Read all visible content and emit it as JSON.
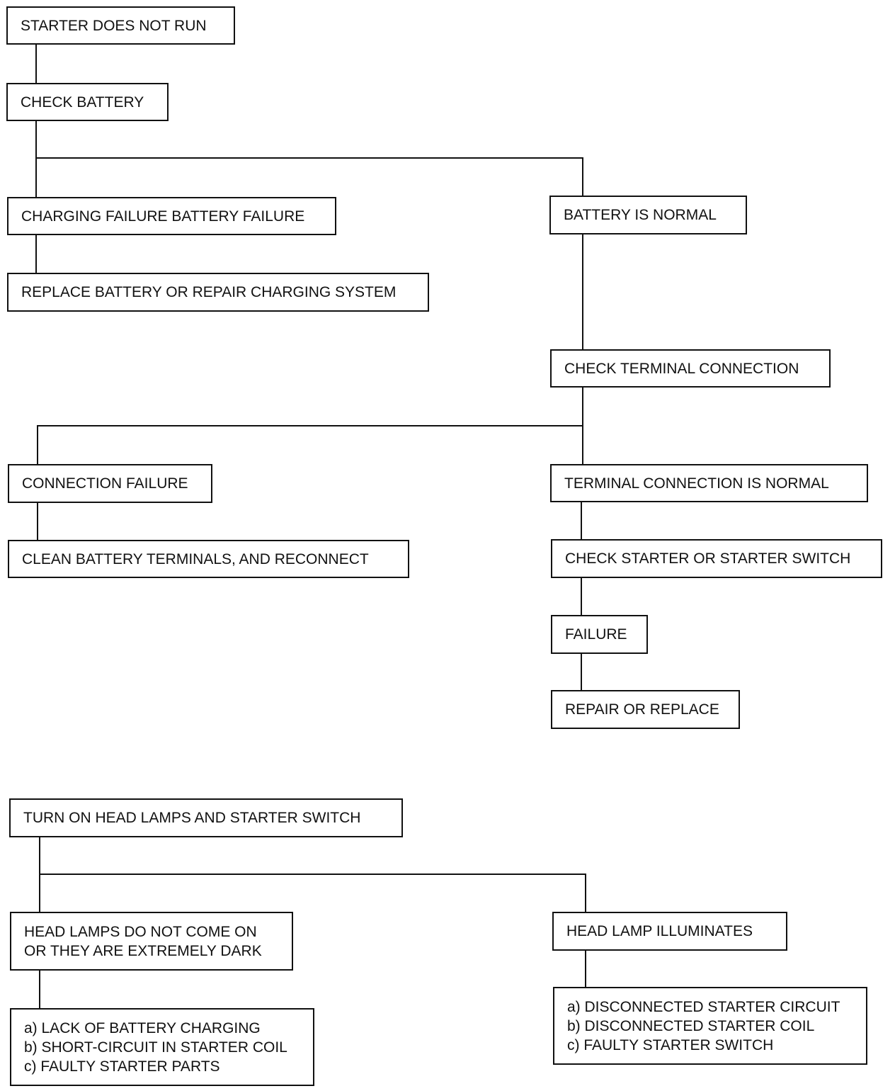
{
  "flowchart": {
    "start": "STARTER DOES NOT RUN",
    "check_battery": "CHECK BATTERY",
    "battery_failure": "CHARGING FAILURE BATTERY FAILURE",
    "replace_battery": "REPLACE BATTERY OR REPAIR CHARGING SYSTEM",
    "battery_normal": "BATTERY IS NORMAL",
    "check_terminal": "CHECK TERMINAL CONNECTION",
    "connection_failure": "CONNECTION FAILURE",
    "clean_terminals": "CLEAN BATTERY TERMINALS, AND RECONNECT",
    "terminal_normal": "TERMINAL CONNECTION IS NORMAL",
    "check_starter": "CHECK STARTER OR STARTER SWITCH",
    "failure": "FAILURE",
    "repair_replace": "REPAIR OR REPLACE",
    "head_lamps_test": "TURN ON HEAD LAMPS AND STARTER SWITCH",
    "lamps_dark": [
      "HEAD LAMPS DO NOT COME ON",
      "OR THEY ARE EXTREMELY DARK"
    ],
    "lamp_illuminates": "HEAD LAMP ILLUMINATES",
    "dark_causes": [
      "a) LACK OF BATTERY CHARGING",
      "b) SHORT-CIRCUIT IN STARTER COIL",
      "c) FAULTY STARTER PARTS"
    ],
    "lit_causes": [
      "a) DISCONNECTED STARTER CIRCUIT",
      "b) DISCONNECTED STARTER COIL",
      "c) FAULTY STARTER SWITCH"
    ]
  }
}
